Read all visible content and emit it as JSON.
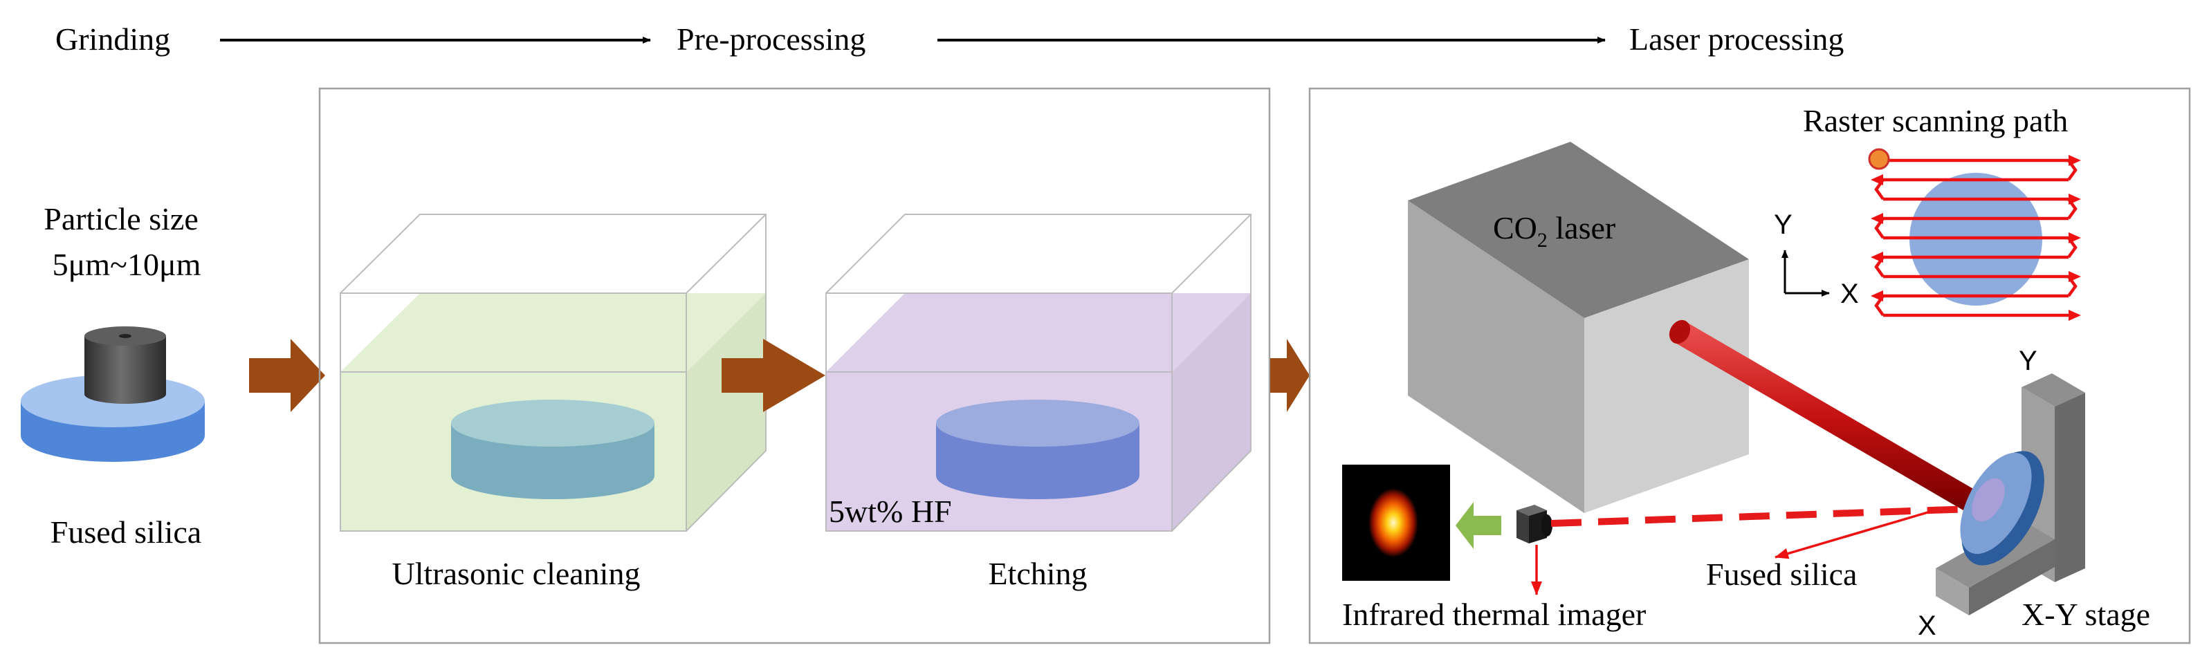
{
  "header": {
    "stage_grinding": "Grinding",
    "stage_preprocessing": "Pre-processing",
    "stage_laser": "Laser processing"
  },
  "grinding": {
    "particle_size_label": "Particle size",
    "particle_size_value": "5μm~10μm",
    "sample_label": "Fused silica"
  },
  "preprocessing": {
    "ultrasonic_label": "Ultrasonic cleaning",
    "etching_label": "Etching",
    "hf_label": "5wt% HF"
  },
  "laser": {
    "laser_label_main": "CO",
    "laser_label_sub": "2",
    "laser_label_tail": " laser",
    "raster_label": "Raster scanning path",
    "axis_y": "Y",
    "axis_x": "X",
    "stage_axis_y": "Y",
    "stage_axis_x": "X",
    "fused_silica_label": "Fused silica",
    "stage_label": "X-Y stage",
    "imager_label": "Infrared thermal imager"
  },
  "colors": {
    "process_arrow": "#9a4a12",
    "laser_beam": "#d11a1a",
    "annotation_red": "#ee1111",
    "imager_arrow": "#8bbb4e",
    "ultrasonic_liquid": "#e3f0d4",
    "etching_liquid": "#ded0ea"
  }
}
